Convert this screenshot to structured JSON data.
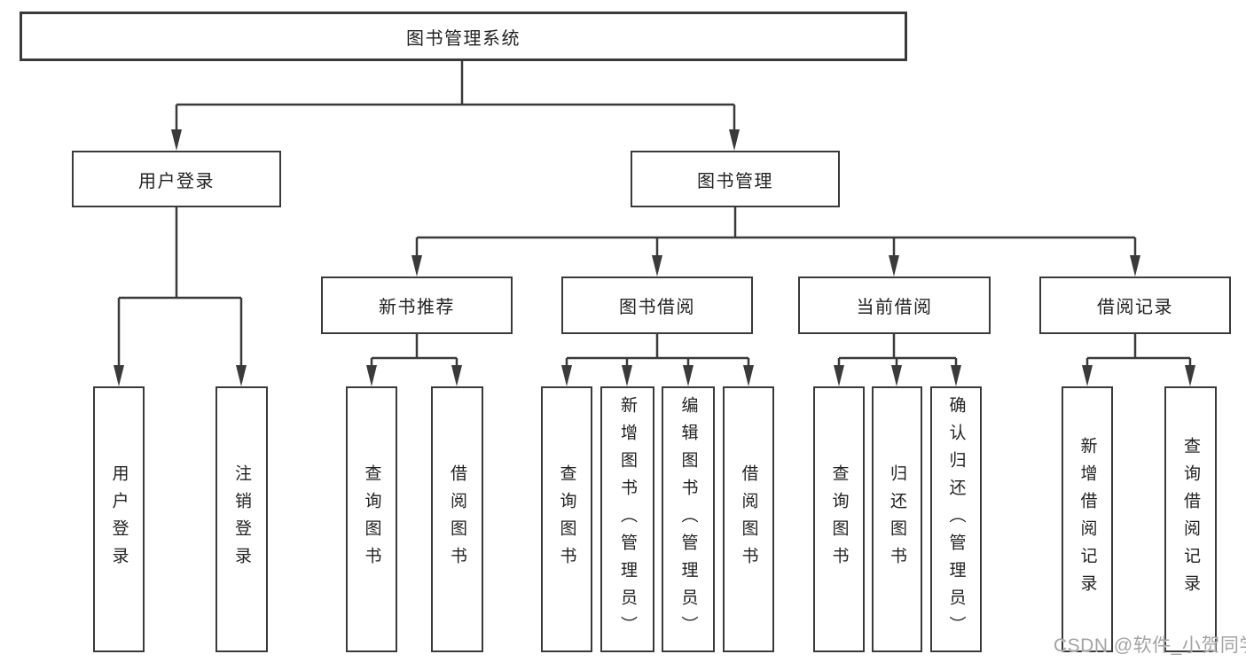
{
  "diagram": {
    "root": {
      "label": "图书管理系统"
    },
    "level2": [
      {
        "label": "用户登录"
      },
      {
        "label": "图书管理"
      }
    ],
    "level3": [
      {
        "label": "新书推荐"
      },
      {
        "label": "图书借阅"
      },
      {
        "label": "当前借阅"
      },
      {
        "label": "借阅记录"
      }
    ],
    "leaves": {
      "user_login": [
        {
          "label": "用户登录"
        },
        {
          "label": "注销登录"
        }
      ],
      "new_book": [
        {
          "label": "查询图书"
        },
        {
          "label": "借阅图书"
        }
      ],
      "book_borrow": [
        {
          "label": "查询图书"
        },
        {
          "label": "新增图书（管理员）"
        },
        {
          "label": "编辑图书（管理员）"
        },
        {
          "label": "借阅图书"
        }
      ],
      "current_borrow": [
        {
          "label": "查询图书"
        },
        {
          "label": "归还图书"
        },
        {
          "label": "确认归还（管理员）"
        }
      ],
      "borrow_record": [
        {
          "label": "新增借阅记录"
        },
        {
          "label": "查询借阅记录"
        }
      ]
    }
  },
  "watermark": {
    "text": "CSDN @软件_小贺同学"
  },
  "colors": {
    "line": "#3a3a3a",
    "text": "#222222",
    "watermark": "#a3a3a3",
    "background": "#ffffff"
  }
}
